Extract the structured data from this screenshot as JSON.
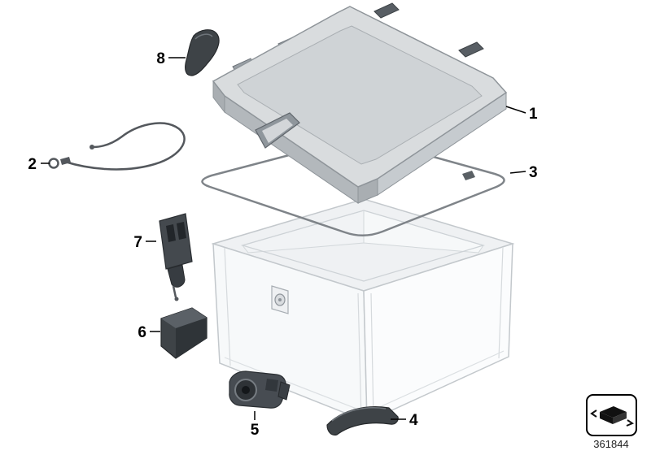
{
  "diagram": {
    "callouts": [
      {
        "label": "1"
      },
      {
        "label": "2"
      },
      {
        "label": "3"
      },
      {
        "label": "4"
      },
      {
        "label": "5"
      },
      {
        "label": "6"
      },
      {
        "label": "7"
      },
      {
        "label": "8"
      }
    ],
    "part_number": "361844",
    "icons": {
      "legend": "topcase-icon"
    },
    "colors": {
      "background": "#ffffff",
      "callout_line": "#000000",
      "lid_fill": "#d9dcde",
      "lid_edge": "#8f959a",
      "case_fill": "#f6f8f9",
      "case_line": "#c3c8cc",
      "seal_line": "#7f8489",
      "dark_part": "#3e4347"
    }
  }
}
